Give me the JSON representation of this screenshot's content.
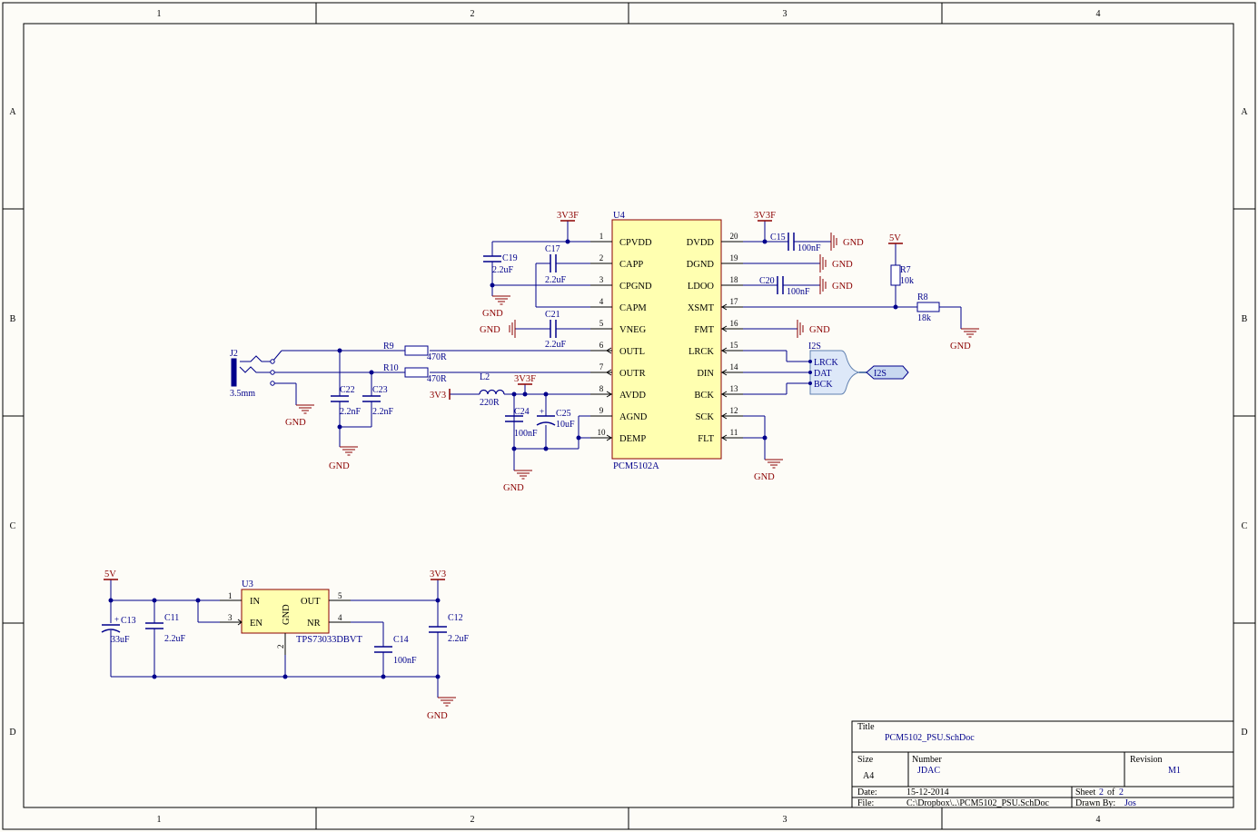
{
  "border": {
    "columns": [
      "1",
      "2",
      "3",
      "4"
    ],
    "rows": [
      "A",
      "B",
      "C",
      "D"
    ]
  },
  "colors": {
    "wire": "#00008b",
    "border": "#000000",
    "power": "#8b0000",
    "ic_fill": "#ffffb0",
    "ic_stroke": "#8b0000",
    "label": "#00008b",
    "port_fill": "#c8d8f0"
  },
  "u4": {
    "designator": "U4",
    "part": "PCM5102A",
    "left_pins": [
      {
        "num": "1",
        "name": "CPVDD"
      },
      {
        "num": "2",
        "name": "CAPP"
      },
      {
        "num": "3",
        "name": "CPGND"
      },
      {
        "num": "4",
        "name": "CAPM"
      },
      {
        "num": "5",
        "name": "VNEG"
      },
      {
        "num": "6",
        "name": "OUTL"
      },
      {
        "num": "7",
        "name": "OUTR"
      },
      {
        "num": "8",
        "name": "AVDD"
      },
      {
        "num": "9",
        "name": "AGND"
      },
      {
        "num": "10",
        "name": "DEMP"
      }
    ],
    "right_pins": [
      {
        "num": "20",
        "name": "DVDD"
      },
      {
        "num": "19",
        "name": "DGND"
      },
      {
        "num": "18",
        "name": "LDOO"
      },
      {
        "num": "17",
        "name": "XSMT"
      },
      {
        "num": "16",
        "name": "FMT"
      },
      {
        "num": "15",
        "name": "LRCK"
      },
      {
        "num": "14",
        "name": "DIN"
      },
      {
        "num": "13",
        "name": "BCK"
      },
      {
        "num": "12",
        "name": "SCK"
      },
      {
        "num": "11",
        "name": "FLT"
      }
    ]
  },
  "u3": {
    "designator": "U3",
    "part": "TPS73033DBVT",
    "pins": [
      {
        "num": "1",
        "name": "IN"
      },
      {
        "num": "3",
        "name": "EN"
      },
      {
        "num": "5",
        "name": "OUT"
      },
      {
        "num": "4",
        "name": "NR"
      },
      {
        "num": "2",
        "name": "GND"
      }
    ]
  },
  "components": {
    "c19": {
      "ref": "C19",
      "val": "2.2uF"
    },
    "c17": {
      "ref": "C17",
      "val": "2.2uF"
    },
    "c21": {
      "ref": "C21",
      "val": "2.2uF"
    },
    "c15": {
      "ref": "C15",
      "val": "100nF"
    },
    "c20": {
      "ref": "C20",
      "val": "100nF"
    },
    "r7": {
      "ref": "R7",
      "val": "10k"
    },
    "r8": {
      "ref": "R8",
      "val": "18k"
    },
    "r9": {
      "ref": "R9",
      "val": "470R"
    },
    "r10": {
      "ref": "R10",
      "val": "470R"
    },
    "c22": {
      "ref": "C22",
      "val": "2.2nF"
    },
    "c23": {
      "ref": "C23",
      "val": "2.2nF"
    },
    "l2": {
      "ref": "L2",
      "val": "220R"
    },
    "c24": {
      "ref": "C24",
      "val": "100nF"
    },
    "c25": {
      "ref": "C25",
      "val": "10uF"
    },
    "j2": {
      "ref": "J2",
      "val": "3.5mm"
    },
    "c13": {
      "ref": "C13",
      "val": "33uF"
    },
    "c11": {
      "ref": "C11",
      "val": "2.2uF"
    },
    "c14": {
      "ref": "C14",
      "val": "100nF"
    },
    "c12": {
      "ref": "C12",
      "val": "2.2uF"
    }
  },
  "nets": {
    "gnd": "GND",
    "v3v3f": "3V3F",
    "v3v3": "3V3",
    "v5v": "5V"
  },
  "i2s": {
    "bus_label": "I2S",
    "port_label": "I2S",
    "signals": [
      "LRCK",
      "DAT",
      "BCK"
    ]
  },
  "title_block": {
    "title_label": "Title",
    "title": "PCM5102_PSU.SchDoc",
    "size_label": "Size",
    "size": "A4",
    "number_label": "Number",
    "number": "JDAC",
    "revision_label": "Revision",
    "revision": "M1",
    "date_label": "Date:",
    "date": "15-12-2014",
    "sheet_label": "Sheet",
    "sheet_num": "2",
    "sheet_of": "of",
    "sheet_total": "2",
    "file_label": "File:",
    "file": "C:\\Dropbox\\..\\PCM5102_PSU.SchDoc",
    "drawn_label": "Drawn By:",
    "drawn_by": "Jos"
  }
}
